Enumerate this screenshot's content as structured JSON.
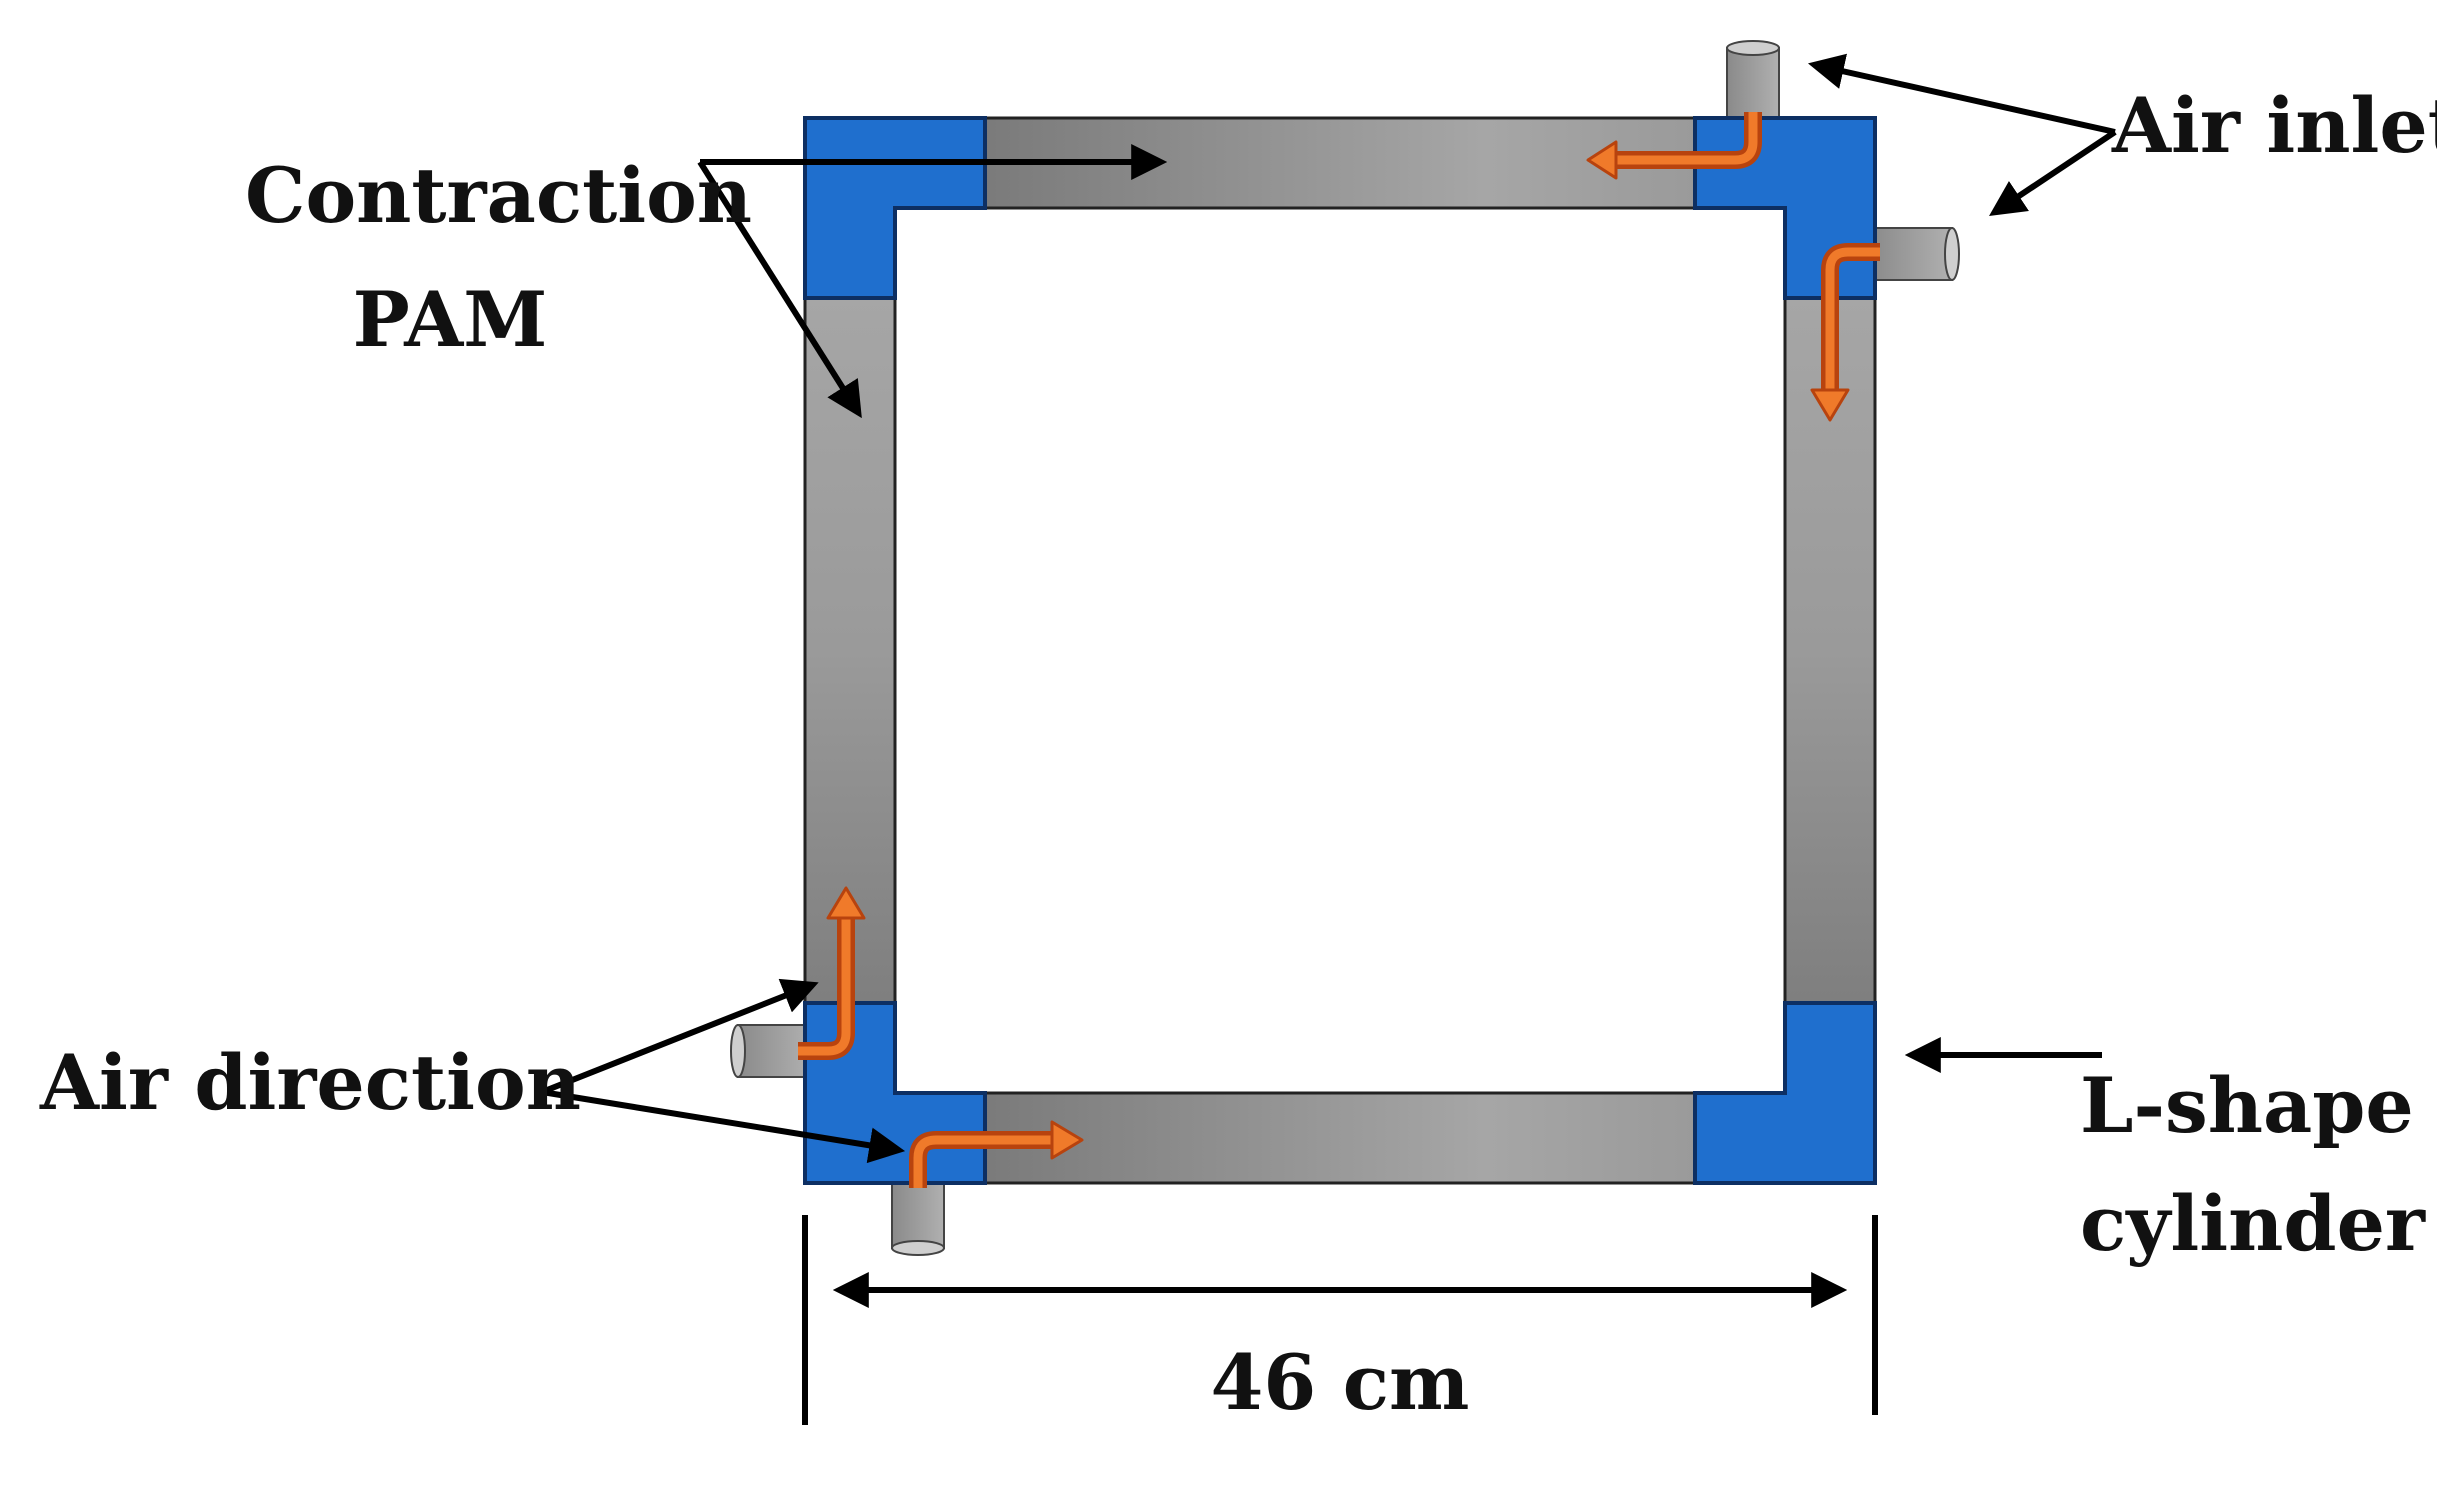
{
  "labels": {
    "contraction_pam_line1": "Contraction",
    "contraction_pam_line2": "PAM",
    "air_inlet": "Air inlet",
    "air_direction": "Air direction",
    "l_shape_line1": "L-shape",
    "l_shape_line2": "cylinder",
    "dimension": "46 cm"
  },
  "colors": {
    "connector_blue": "#1f6fce",
    "connector_outline": "#0d2f63",
    "tube_gray_dark": "#7d7d7d",
    "tube_gray_light": "#a8a8a8",
    "flow_arrow_fill": "#f07a2a",
    "flow_arrow_outline": "#b8430e",
    "annotation_black": "#000000"
  }
}
